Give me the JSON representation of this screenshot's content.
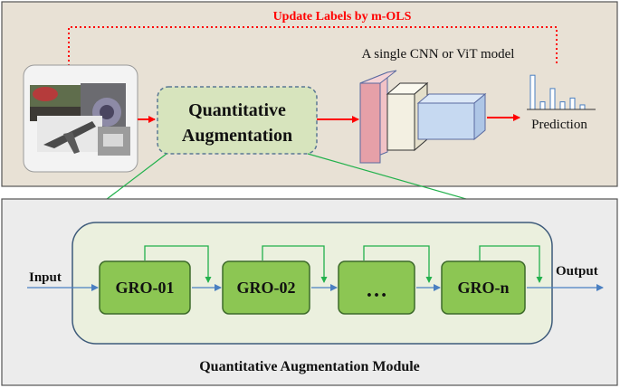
{
  "top_panel": {
    "update_label": "Update Labels by m-OLS",
    "quant_aug_line1": "Quantitative",
    "quant_aug_line2": "Augmentation",
    "model_label": "A single CNN or ViT model",
    "prediction_label": "Prediction",
    "prediction_bars": [
      0.9,
      0.2,
      0.55,
      0.2,
      0.3,
      0.12
    ]
  },
  "bottom_panel": {
    "input_label": "Input",
    "output_label": "Output",
    "title": "Quantitative Augmentation Module",
    "blocks": [
      "GRO-01",
      "GRO-02",
      "…",
      "GRO-n"
    ]
  },
  "colors": {
    "top_bg": "#e8e1d5",
    "bottom_bg": "#ececec",
    "red_arrow": "#ff0000",
    "green_block": "#8cc653",
    "green_line": "#22b14c",
    "blue_line": "#4a7fc1",
    "qa_fill": "#d7e4bd",
    "cnn_pink": "#e6a0a8",
    "cnn_cream": "#f3f0e2",
    "cnn_blue": "#c6d9f1"
  }
}
